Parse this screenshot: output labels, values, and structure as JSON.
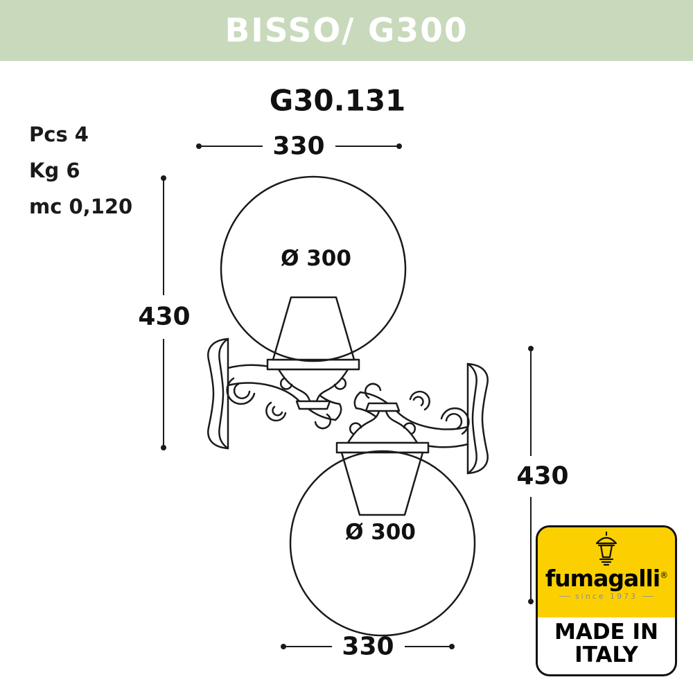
{
  "header": {
    "title": "BISSO/ G300"
  },
  "drawing": {
    "model": "G30.131",
    "specs": {
      "pcs": "Pcs 4",
      "kg": "Kg 6",
      "mc": "mc 0,120"
    },
    "dims": {
      "top_width": "330",
      "upper_height": "430",
      "lower_height": "430",
      "bottom_width": "330",
      "upper_globe_diameter": "Ø 300",
      "lower_globe_diameter": "Ø 300"
    }
  },
  "logo": {
    "brand": "fumagalli",
    "registered": "®",
    "since": "since 1973",
    "made_in_line1": "MADE IN",
    "made_in_line2": "ITALY"
  },
  "colors": {
    "header_bg": "#c8dabb",
    "logo_yellow": "#fcd000",
    "line": "#1a1a1a"
  }
}
